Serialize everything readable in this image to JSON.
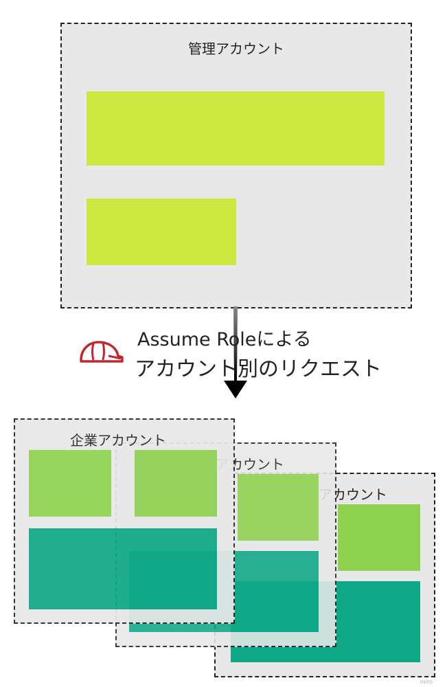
{
  "management_account": {
    "title": "管理アカウント"
  },
  "request": {
    "line1": "Assume Roleによる",
    "line2": "アカウント別のリクエスト",
    "icon": "helmet-icon"
  },
  "accounts": [
    {
      "title": "企業アカウント"
    },
    {
      "title": "アカウント"
    },
    {
      "title": "アカウント"
    }
  ],
  "watermark": "miro",
  "colors": {
    "lime": "#cde841",
    "light_green": "#8fd150",
    "teal": "#0ea886",
    "panel": "#e8e8e8",
    "helmet": "#c0282d"
  }
}
